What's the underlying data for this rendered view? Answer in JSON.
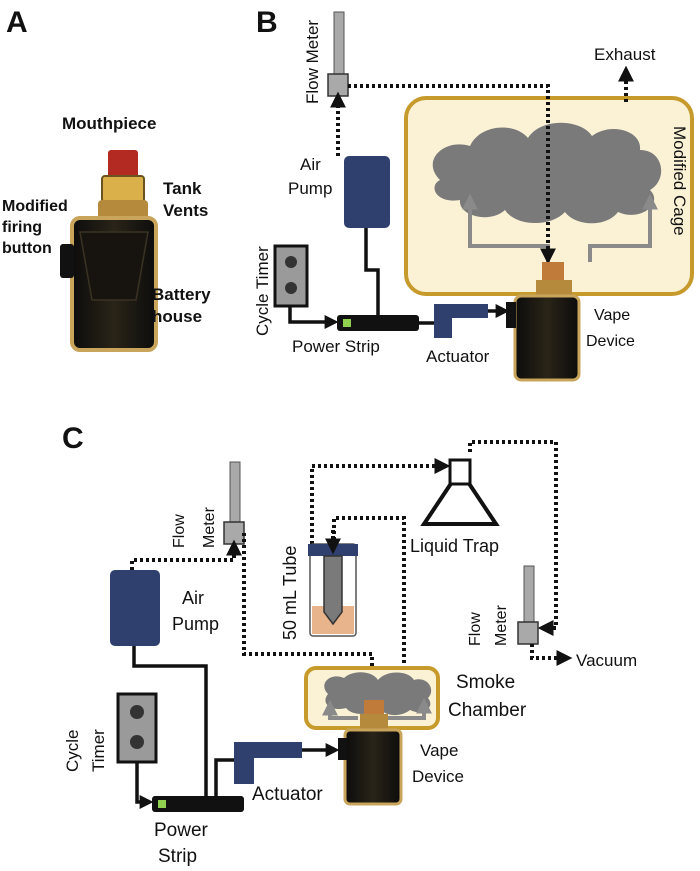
{
  "panels": {
    "a": {
      "letter": "A",
      "labels": {
        "mouthpiece": "Mouthpiece",
        "tank_vents_1": "Tank",
        "tank_vents_2": "Vents",
        "button_1": "Modified",
        "button_2": "firing",
        "button_3": "button",
        "battery_1": "Battery",
        "battery_2": "house"
      }
    },
    "b": {
      "letter": "B",
      "labels": {
        "flow_meter": "Flow Meter",
        "exhaust": "Exhaust",
        "modified_cage": "Modified Cage",
        "air_pump_1": "Air",
        "air_pump_2": "Pump",
        "cycle_timer": "Cycle Timer",
        "power_strip": "Power Strip",
        "actuator": "Actuator",
        "vape_1": "Vape",
        "vape_2": "Device"
      }
    },
    "c": {
      "letter": "C",
      "labels": {
        "flow_meter_1": "Flow",
        "flow_meter_2": "Meter",
        "tube": "50 mL Tube",
        "liquid_trap": "Liquid Trap",
        "air_pump_1": "Air",
        "air_pump_2": "Pump",
        "flow_meter2_1": "Flow",
        "flow_meter2_2": "Meter",
        "vacuum": "Vacuum",
        "smoke_1": "Smoke",
        "smoke_2": "Chamber",
        "cycle_timer_1": "Cycle",
        "cycle_timer_2": "Timer",
        "vape_1": "Vape",
        "vape_2": "Device",
        "actuator": "Actuator",
        "power_strip_1": "Power",
        "power_strip_2": "Strip"
      }
    }
  },
  "colors": {
    "pump_blue": "#2f3f6e",
    "cage_fill": "#fbf2d6",
    "cage_border": "#c79a2c",
    "cloud_gray": "#7a7a7a",
    "meter_gray": "#a9a9a9",
    "indicator_green": "#8fd14f",
    "device_gold": "#c9a55c",
    "tank_red": "#c0392b",
    "liquid_orange": "#e8b48c"
  }
}
